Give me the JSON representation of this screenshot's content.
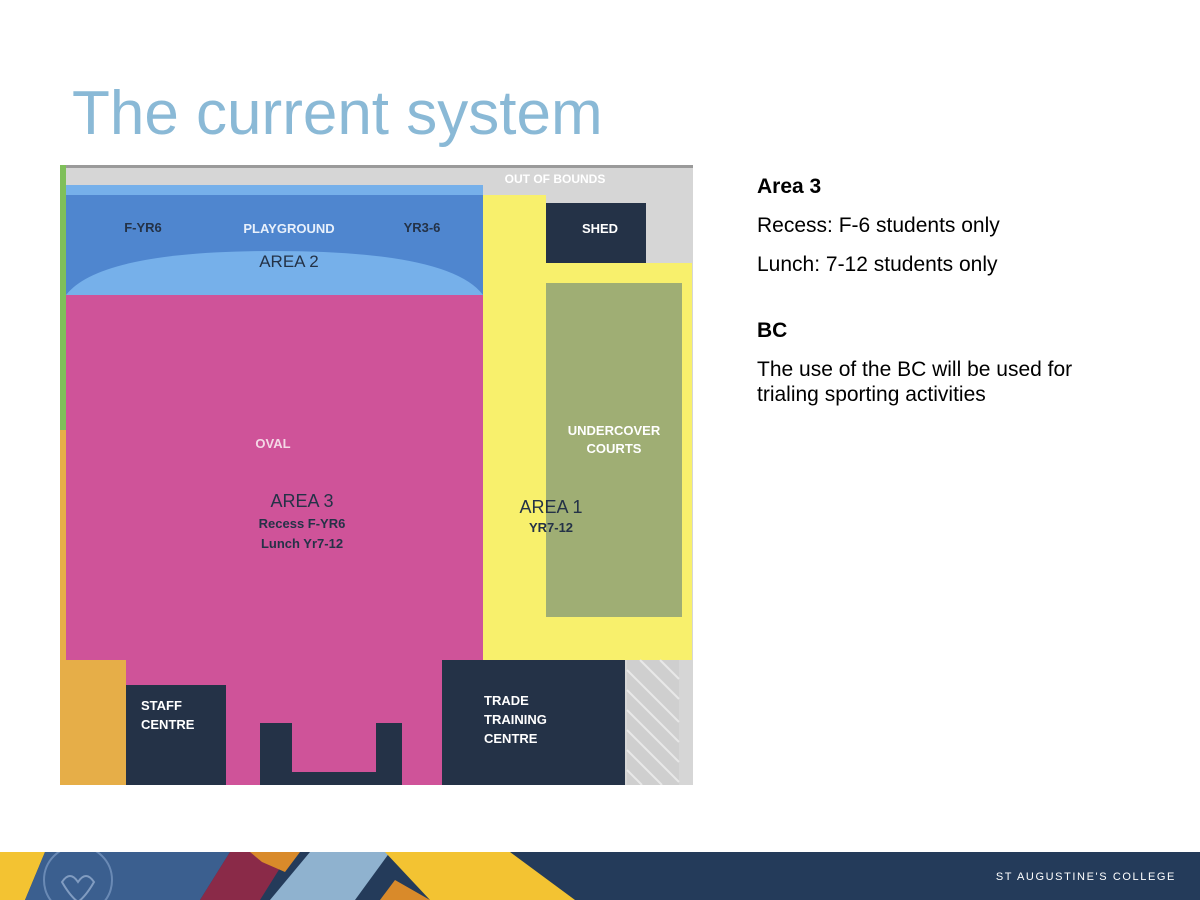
{
  "slide": {
    "title": "The current system"
  },
  "map": {
    "out_of_bounds": "OUT OF BOUNDS",
    "f_yr6": "F-YR6",
    "playground": "PLAYGROUND",
    "yr3_6": "YR3-6",
    "area2": "AREA 2",
    "shed": "SHED",
    "oval": "OVAL",
    "undercover_line1": "UNDERCOVER",
    "undercover_line2": "COURTS",
    "area3": "AREA 3",
    "area3_recess": "Recess F-YR6",
    "area3_lunch": "Lunch Yr7-12",
    "area1": "AREA 1",
    "area1_years": "YR7-12",
    "staff_line1": "STAFF",
    "staff_line2": "CENTRE",
    "trade_line1": "TRADE",
    "trade_line2": "TRAINING",
    "trade_line3": "CENTRE"
  },
  "side": {
    "area3_heading": "Area 3",
    "recess_line": "Recess:  F-6 students only",
    "lunch_line": "Lunch: 7-12 students only",
    "bc_heading": "BC",
    "bc_line1": "The use of the BC will be used for",
    "bc_line2": "trialing sporting activities"
  },
  "footer": {
    "college_name": "ST AUGUSTINE'S COLLEGE"
  },
  "colors": {
    "title": "#8ab9d6",
    "oval": "#cf5399",
    "playground": "#4f86cf",
    "area1": "#f8f06c",
    "courts": "#9fae74",
    "buildings": "#243247",
    "footer": "#243b5a"
  }
}
